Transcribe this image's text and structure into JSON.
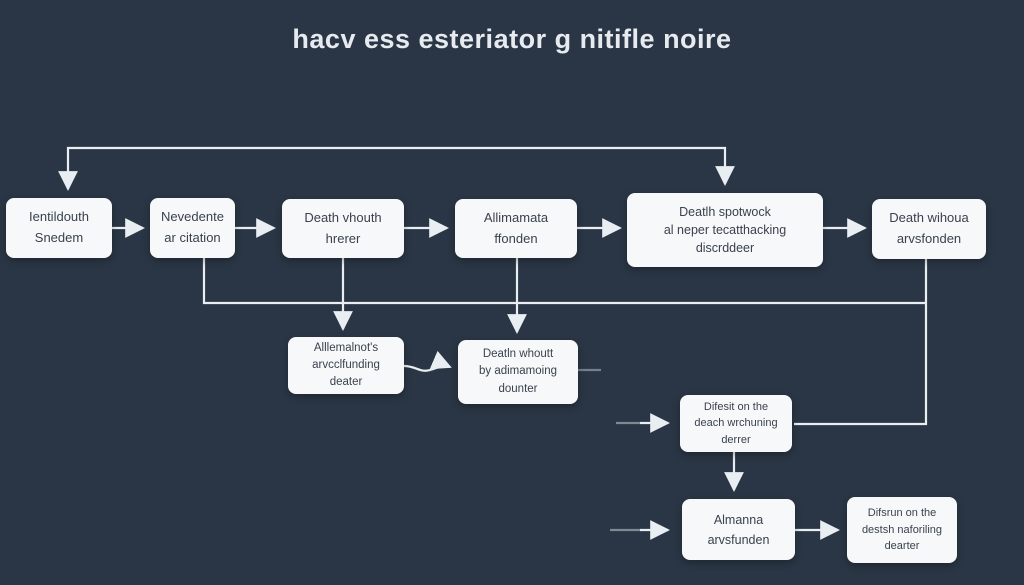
{
  "title": "hacv ess esteriator g nitifle noire",
  "colors": {
    "background": "#2a3645",
    "node_fill": "#f7f8f9",
    "node_text": "#39424e",
    "connector": "#e9eef3"
  },
  "nodes": {
    "n1": {
      "label": "Ientildouth\nSnedem"
    },
    "n2": {
      "label": "Nevedente\nar citation"
    },
    "n3": {
      "label": "Death vhouth\nhrerer"
    },
    "n4": {
      "label": "Allimamata\nffonden"
    },
    "n5": {
      "label": "Deatlh spotwock\nal neper tecatthacking\ndiscrddeer"
    },
    "n6": {
      "label": "Death wihoua\narvsfonden"
    },
    "n7": {
      "label": "Alllemalnot's\narvcclfunding\ndeater"
    },
    "n8": {
      "label": "Deatln whoutt\nby adimamoing\ndounter"
    },
    "n9": {
      "label": "Difesit on the\ndeach wrchuning\nderrer"
    },
    "n10": {
      "label": "Almanna\narvsfunden"
    },
    "n11": {
      "label": "Difsrun on the\ndestsh naforiling\ndearter"
    }
  }
}
